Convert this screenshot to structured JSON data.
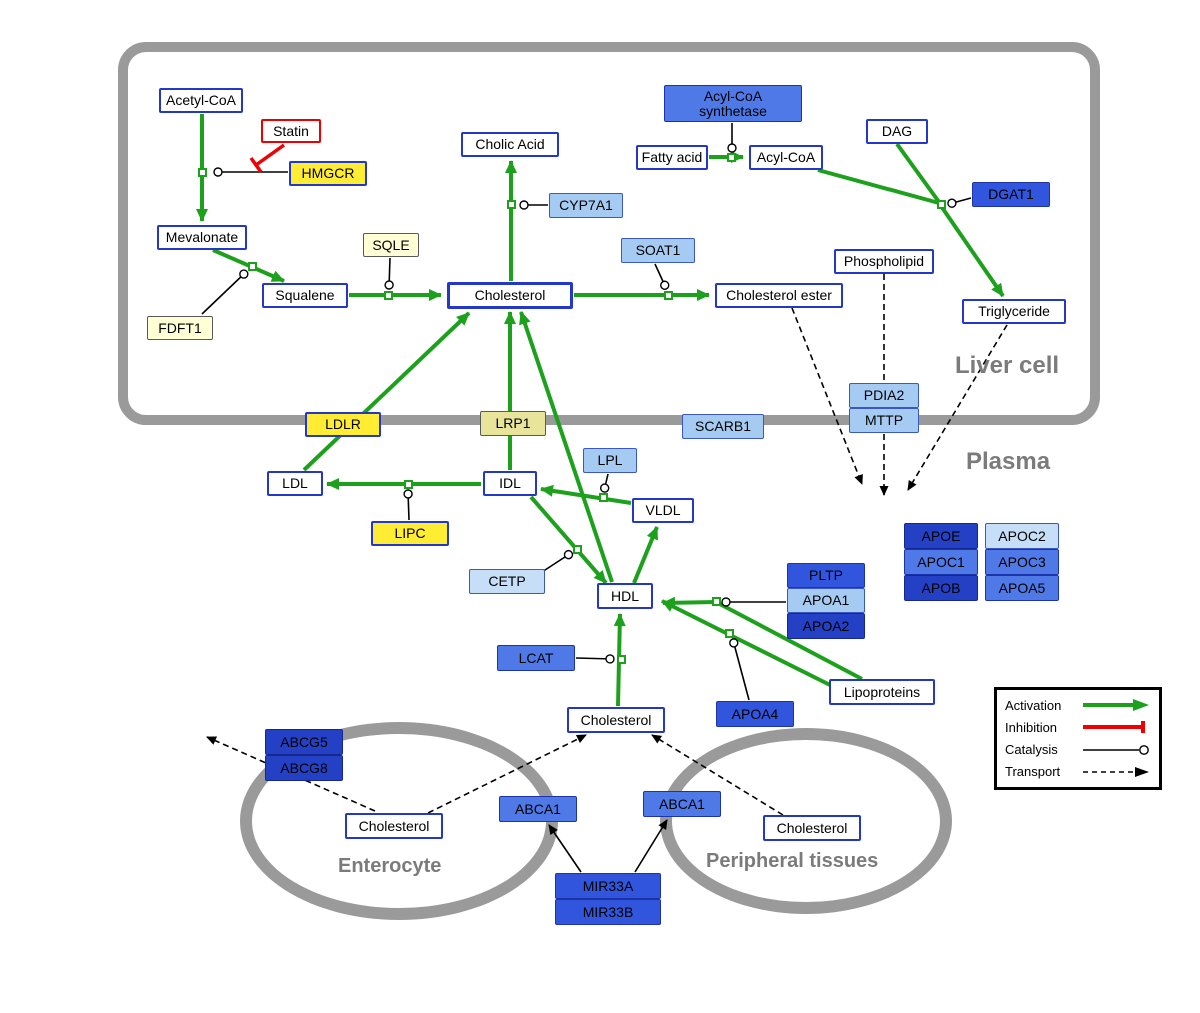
{
  "compartments": {
    "liver_cell": {
      "label": "Liver cell"
    },
    "plasma": {
      "label": "Plasma"
    },
    "enterocyte": {
      "label": "Enterocyte"
    },
    "peripheral_tissues": {
      "label": "Peripheral tissues"
    }
  },
  "legend": {
    "activation": "Activation",
    "inhibition": "Inhibition",
    "catalysis": "Catalysis",
    "transport": "Transport"
  },
  "palette": {
    "activation_green": "#1da11d",
    "inhibition_red": "#f00000",
    "membrane_gray": "#9a9a9a",
    "metabolite_border_blue": "#2438c8",
    "gene_yellow": "#ffec33",
    "gene_pale_yellow": "#e8e59b",
    "gene_cream": "#ffffd6",
    "gene_light_blue": "#a6cbf3",
    "gene_medium_blue": "#4f79e6",
    "gene_dark_blue": "#2440c4"
  },
  "nodes": {
    "acetyl_coa": {
      "label": "Acetyl-CoA",
      "kind": "metabolite"
    },
    "statin": {
      "label": "Statin",
      "kind": "drug"
    },
    "hmgcr": {
      "label": "HMGCR",
      "kind": "gene"
    },
    "mevalonate": {
      "label": "Mevalonate",
      "kind": "metabolite"
    },
    "sqle": {
      "label": "SQLE",
      "kind": "gene"
    },
    "squalene": {
      "label": "Squalene",
      "kind": "metabolite"
    },
    "fdft1": {
      "label": "FDFT1",
      "kind": "gene"
    },
    "cholic_acid": {
      "label": "Cholic Acid",
      "kind": "metabolite"
    },
    "cyp7a1": {
      "label": "CYP7A1",
      "kind": "gene"
    },
    "cholesterol_liver": {
      "label": "Cholesterol",
      "kind": "metabolite"
    },
    "soat1": {
      "label": "SOAT1",
      "kind": "gene"
    },
    "cholesterol_ester": {
      "label": "Cholesterol ester",
      "kind": "metabolite"
    },
    "acyl_coa_synthetase": {
      "label": "Acyl-CoA synthetase",
      "kind": "gene"
    },
    "fatty_acid": {
      "label": "Fatty acid",
      "kind": "metabolite"
    },
    "acyl_coa": {
      "label": "Acyl-CoA",
      "kind": "metabolite"
    },
    "dag": {
      "label": "DAG",
      "kind": "metabolite"
    },
    "dgat1": {
      "label": "DGAT1",
      "kind": "gene"
    },
    "phospholipid": {
      "label": "Phospholipid",
      "kind": "metabolite"
    },
    "triglyceride": {
      "label": "Triglyceride",
      "kind": "metabolite"
    },
    "ldlr": {
      "label": "LDLR",
      "kind": "gene"
    },
    "lrp1": {
      "label": "LRP1",
      "kind": "gene"
    },
    "scarb1": {
      "label": "SCARB1",
      "kind": "gene"
    },
    "pdia2": {
      "label": "PDIA2",
      "kind": "gene"
    },
    "mttp": {
      "label": "MTTP",
      "kind": "gene"
    },
    "ldl": {
      "label": "LDL",
      "kind": "metabolite"
    },
    "idl": {
      "label": "IDL",
      "kind": "metabolite"
    },
    "lpl": {
      "label": "LPL",
      "kind": "gene"
    },
    "vldl": {
      "label": "VLDL",
      "kind": "metabolite"
    },
    "lipc": {
      "label": "LIPC",
      "kind": "gene"
    },
    "cetp": {
      "label": "CETP",
      "kind": "gene"
    },
    "hdl": {
      "label": "HDL",
      "kind": "metabolite"
    },
    "pltp": {
      "label": "PLTP",
      "kind": "gene"
    },
    "apoa1": {
      "label": "APOA1",
      "kind": "gene"
    },
    "apoa2": {
      "label": "APOA2",
      "kind": "gene"
    },
    "lcat": {
      "label": "LCAT",
      "kind": "gene"
    },
    "apoa4": {
      "label": "APOA4",
      "kind": "gene"
    },
    "lipoproteins": {
      "label": "Lipoproteins",
      "kind": "metabolite"
    },
    "apoe": {
      "label": "APOE",
      "kind": "gene"
    },
    "apoc2": {
      "label": "APOC2",
      "kind": "gene"
    },
    "apoc1": {
      "label": "APOC1",
      "kind": "gene"
    },
    "apoc3": {
      "label": "APOC3",
      "kind": "gene"
    },
    "apob": {
      "label": "APOB",
      "kind": "gene"
    },
    "apoa5": {
      "label": "APOA5",
      "kind": "gene"
    },
    "cholesterol_plasma": {
      "label": "Cholesterol",
      "kind": "metabolite"
    },
    "abcg5": {
      "label": "ABCG5",
      "kind": "gene"
    },
    "abcg8": {
      "label": "ABCG8",
      "kind": "gene"
    },
    "cholesterol_enterocyte": {
      "label": "Cholesterol",
      "kind": "metabolite"
    },
    "abca1_enterocyte": {
      "label": "ABCA1",
      "kind": "gene"
    },
    "abca1_peripheral": {
      "label": "ABCA1",
      "kind": "gene"
    },
    "cholesterol_peripheral": {
      "label": "Cholesterol",
      "kind": "metabolite"
    },
    "mir33a": {
      "label": "MIR33A",
      "kind": "gene"
    },
    "mir33b": {
      "label": "MIR33B",
      "kind": "gene"
    }
  },
  "edges": {
    "activation": [
      "Acetyl-CoA -> Mevalonate",
      "Mevalonate -> Squalene",
      "Squalene -> Cholesterol",
      "Cholesterol -> Cholic Acid",
      "Cholesterol -> Cholesterol ester",
      "Fatty acid -> Acyl-CoA",
      "Acyl-CoA -> Triglyceride",
      "DAG -> Triglyceride",
      "LDL -> Cholesterol (via LDLR)",
      "IDL -> Cholesterol (via LRP1)",
      "HDL -> Cholesterol (liver)",
      "VLDL -> IDL",
      "IDL -> LDL",
      "IDL -> HDL",
      "HDL -> VLDL",
      "Lipoproteins -> HDL (x2)",
      "Cholesterol (plasma) -> HDL"
    ],
    "catalysis": [
      "HMGCR: Acetyl-CoA -> Mevalonate",
      "FDFT1: Mevalonate -> Squalene",
      "SQLE: Squalene -> Cholesterol",
      "CYP7A1: Cholesterol -> Cholic Acid",
      "SOAT1: Cholesterol -> Cholesterol ester",
      "Acyl-CoA synthetase: Fatty acid -> Acyl-CoA",
      "DGAT1: DAG/Acyl-CoA -> Triglyceride",
      "LIPC: IDL -> LDL",
      "LPL: VLDL -> IDL",
      "CETP: IDL -> HDL",
      "LCAT: Cholesterol -> HDL",
      "APOA4: Lipoproteins -> HDL",
      "PLTP/APOA1/APOA2: Lipoproteins -> HDL"
    ],
    "inhibition": [
      "Statin -| HMGCR reaction"
    ],
    "transport": [
      "Cholesterol ester --> plasma",
      "Phospholipid --> plasma",
      "Triglyceride --> plasma",
      "Cholesterol (enterocyte) --> Cholesterol (plasma)",
      "Cholesterol (peripheral tissues) --> Cholesterol (plasma)",
      "Cholesterol (enterocyte) --> out via ABCG5/ABCG8"
    ],
    "regulation": [
      "MIR33A/MIR33B -> ABCA1 (enterocyte)",
      "MIR33A/MIR33B -> ABCA1 (peripheral tissues)"
    ]
  }
}
